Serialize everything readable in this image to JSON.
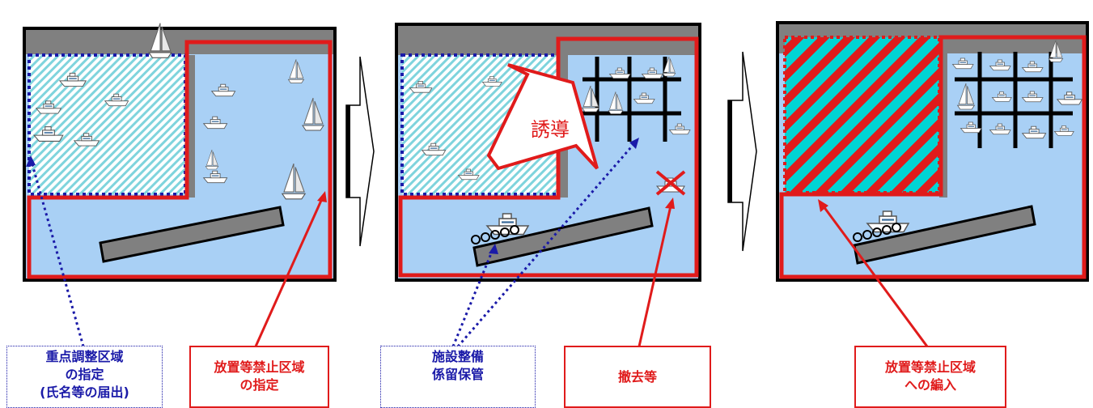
{
  "arrow_label": "誘導",
  "labels": {
    "priority_zone": {
      "line1": "重点調整区域",
      "line2": "の指定",
      "line3": "(氏名等の届出)"
    },
    "prohibited_zone": {
      "line1": "放置等禁止区域",
      "line2": "の指定"
    },
    "facility": {
      "line1": "施設整備",
      "line2": "係留保管"
    },
    "removal": {
      "line1": "撤去等"
    },
    "incorporation": {
      "line1": "放置等禁止区域",
      "line2": "への編入"
    }
  },
  "colors": {
    "water": "#a9d0f5",
    "land": "#808080",
    "prohibited_red": "#e01b1b",
    "priority_blue": "#1a1aa8",
    "hatch_cyan": "#00d4d4"
  }
}
